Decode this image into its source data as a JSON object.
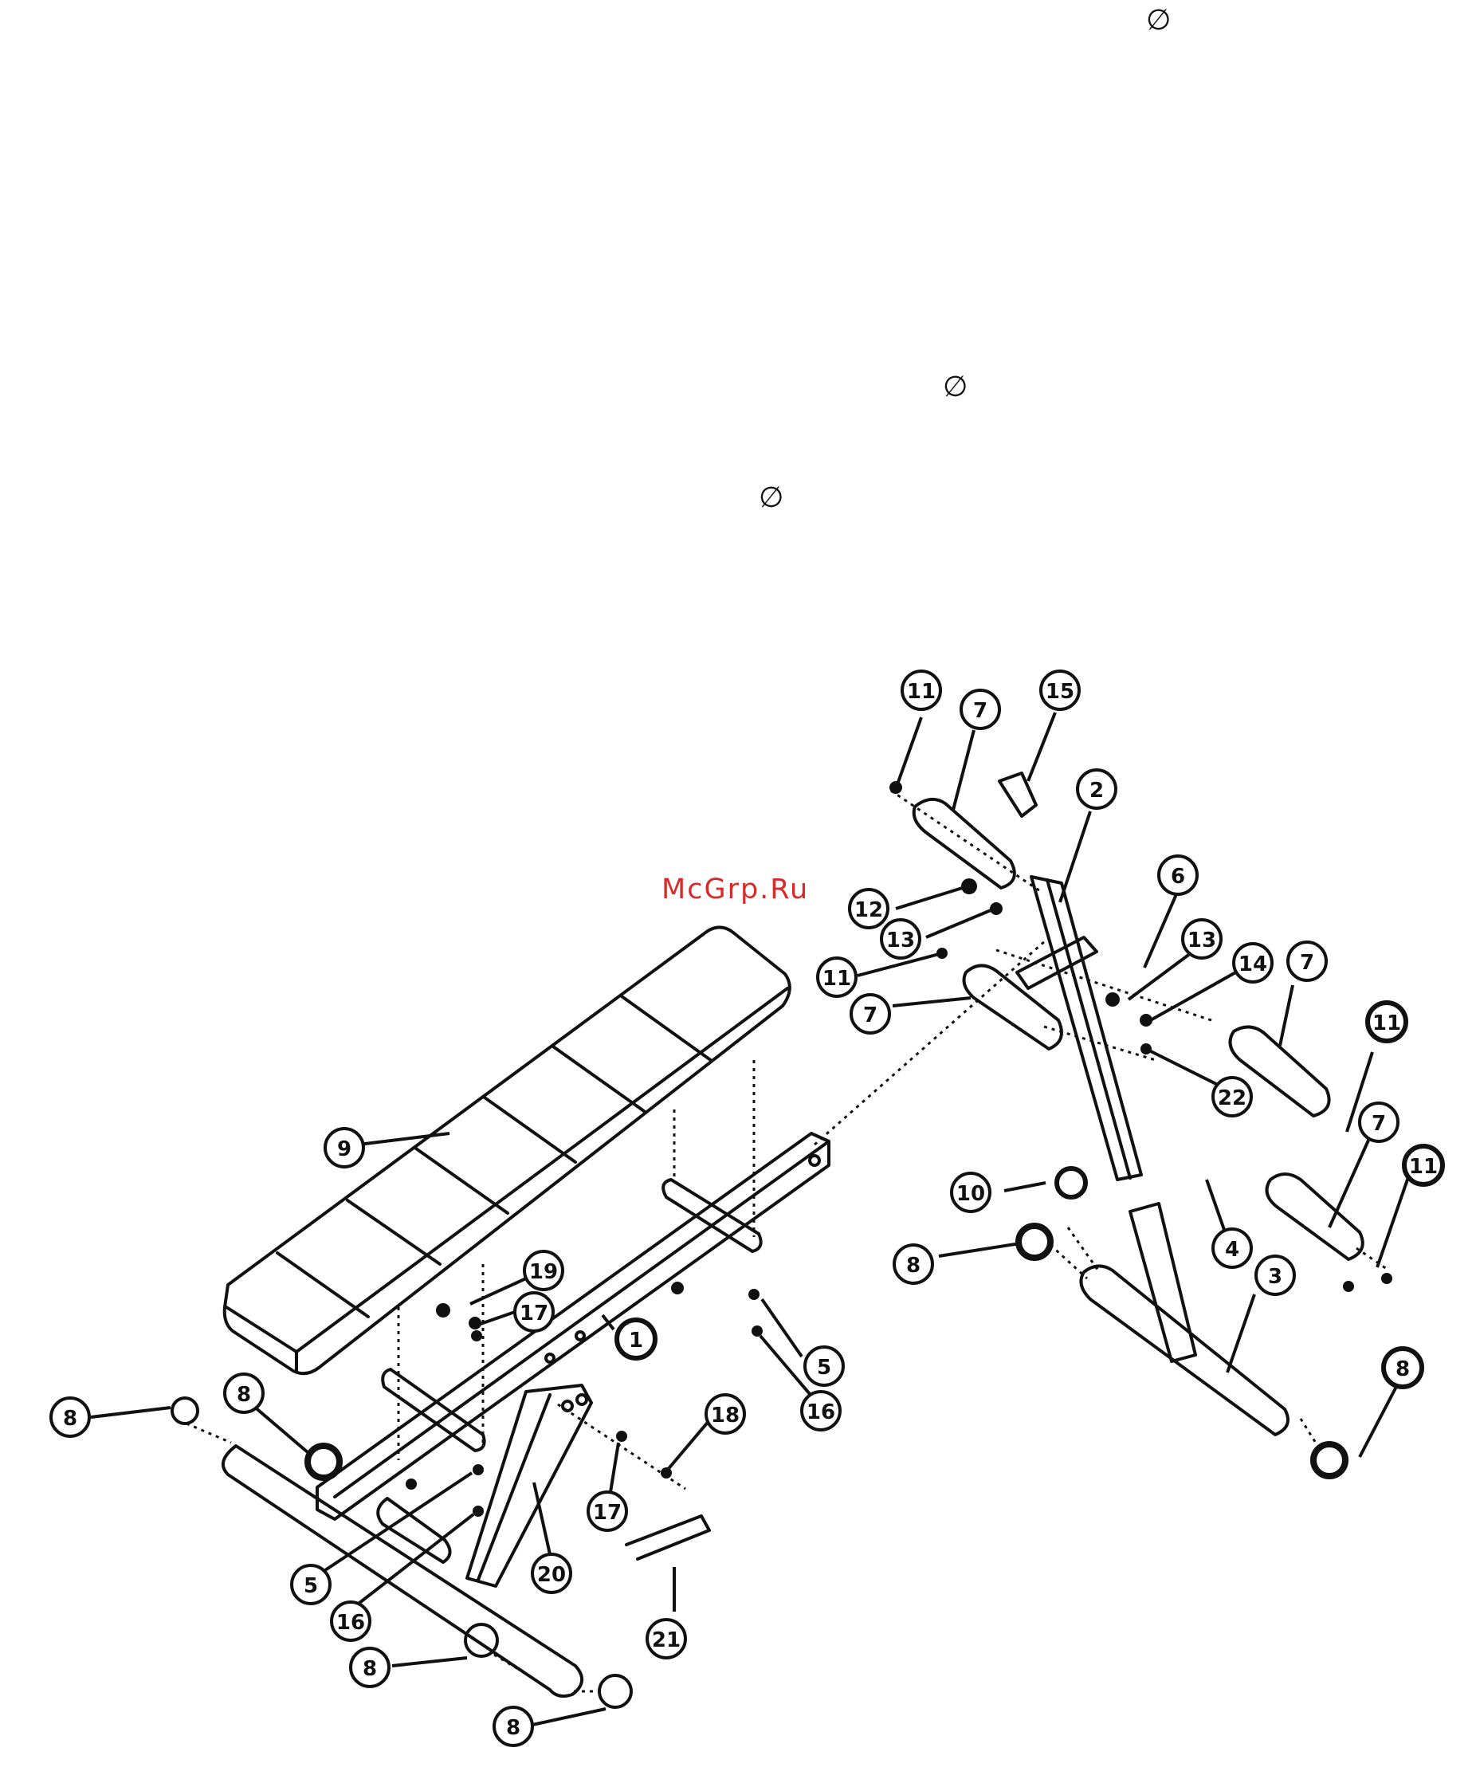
{
  "diameter_marks": [
    "∅",
    "∅",
    "∅"
  ],
  "watermark": {
    "text": "McGrp.Ru",
    "color": "#d62b2b"
  },
  "ink_color": "#111111",
  "callouts": [
    "11",
    "7",
    "15",
    "2",
    "6",
    "12",
    "13",
    "13",
    "14",
    "7",
    "11",
    "7",
    "11",
    "22",
    "7",
    "11",
    "10",
    "8",
    "4",
    "3",
    "8",
    "9",
    "19",
    "17",
    "1",
    "5",
    "16",
    "8",
    "8",
    "18",
    "17",
    "5",
    "16",
    "20",
    "21",
    "8",
    "8"
  ]
}
